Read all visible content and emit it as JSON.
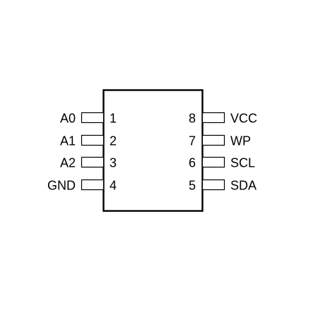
{
  "chip": {
    "left_pins": [
      {
        "number": "1",
        "label": "A0"
      },
      {
        "number": "2",
        "label": "A1"
      },
      {
        "number": "3",
        "label": "A2"
      },
      {
        "number": "4",
        "label": "GND"
      }
    ],
    "right_pins": [
      {
        "number": "8",
        "label": "VCC"
      },
      {
        "number": "7",
        "label": "WP"
      },
      {
        "number": "6",
        "label": "SCL"
      },
      {
        "number": "5",
        "label": "SDA"
      }
    ]
  }
}
